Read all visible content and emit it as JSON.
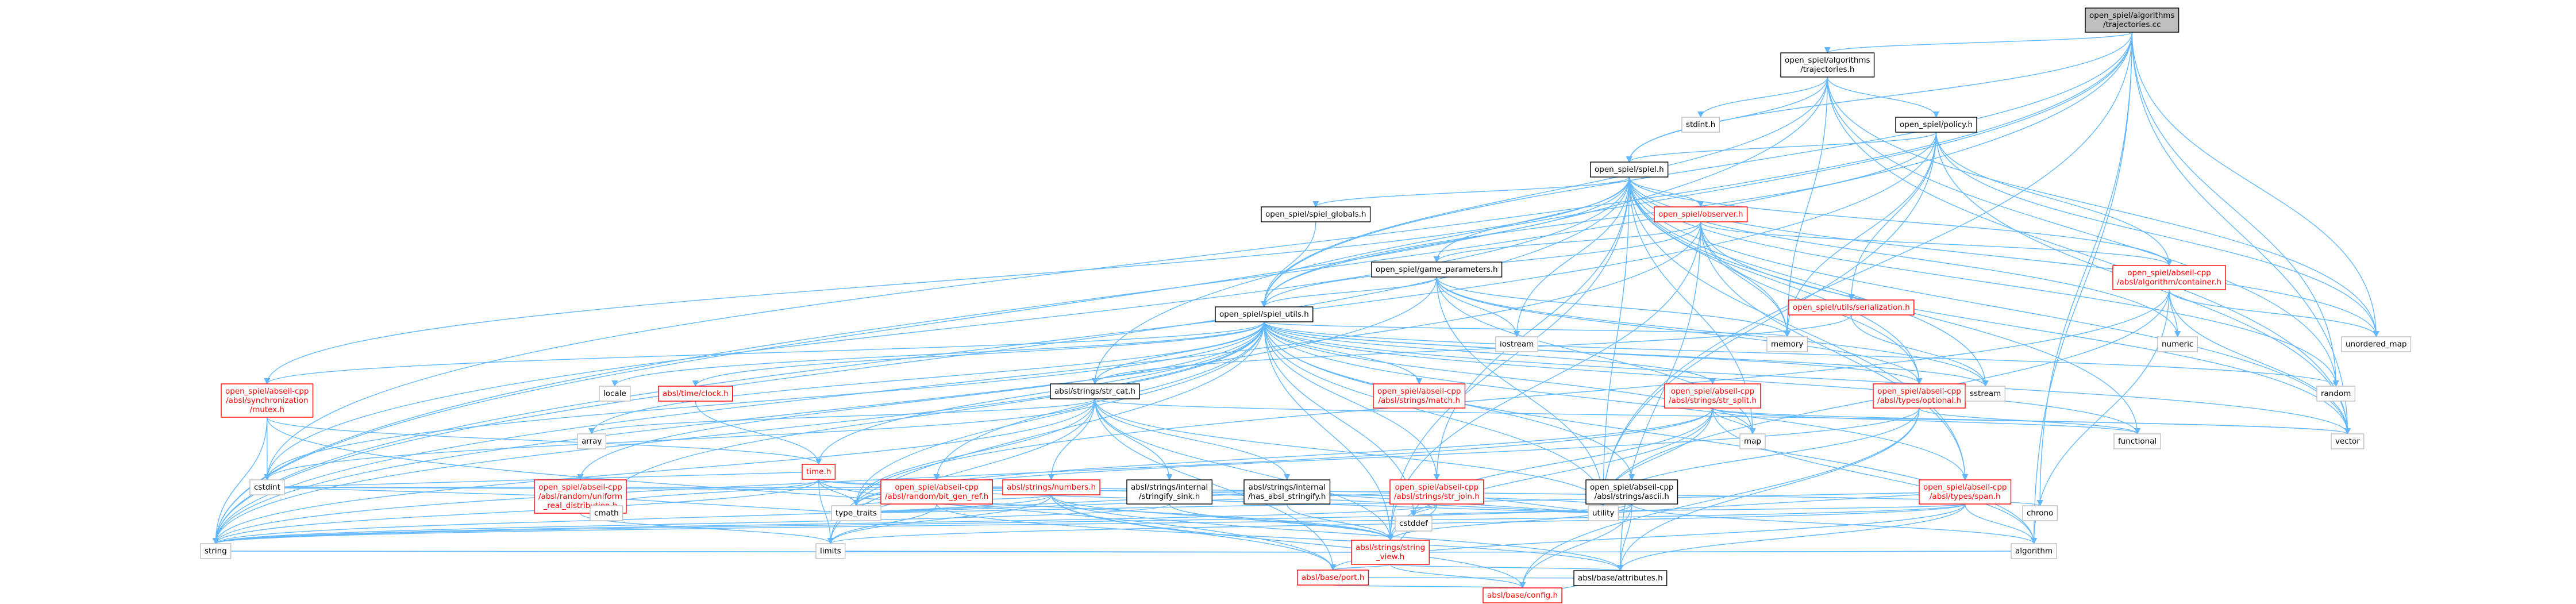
{
  "colors": {
    "edge": "#63b8ff",
    "root_fill": "#bfbfbf",
    "node_fill": "#ffffff",
    "border_black": "#000000",
    "border_gray": "#bfbfbf",
    "border_red": "#ff0000",
    "text_black": "#000000",
    "text_red": "#ff0000"
  },
  "nodes": [
    {
      "id": "root",
      "lines": [
        "open_spiel/algorithms",
        "/trajectories.cc"
      ],
      "style": "root"
    },
    {
      "id": "traj_h",
      "lines": [
        "open_spiel/algorithms",
        "/trajectories.h"
      ],
      "style": "black"
    },
    {
      "id": "stdint_h",
      "lines": [
        "stdint.h"
      ],
      "style": "gray"
    },
    {
      "id": "policy_h",
      "lines": [
        "open_spiel/policy.h"
      ],
      "style": "black"
    },
    {
      "id": "spiel_h",
      "lines": [
        "open_spiel/spiel.h"
      ],
      "style": "black"
    },
    {
      "id": "spiel_globals",
      "lines": [
        "open_spiel/spiel_globals.h"
      ],
      "style": "black"
    },
    {
      "id": "observer",
      "lines": [
        "open_spiel/observer.h"
      ],
      "style": "red"
    },
    {
      "id": "game_params",
      "lines": [
        "open_spiel/game_parameters.h"
      ],
      "style": "black"
    },
    {
      "id": "container",
      "lines": [
        "open_spiel/abseil-cpp",
        "/absl/algorithm/container.h"
      ],
      "style": "red"
    },
    {
      "id": "serialization",
      "lines": [
        "open_spiel/utils/serialization.h"
      ],
      "style": "red"
    },
    {
      "id": "spiel_utils",
      "lines": [
        "open_spiel/spiel_utils.h"
      ],
      "style": "black"
    },
    {
      "id": "sync_mutex",
      "lines": [
        "open_spiel/abseil-cpp",
        "/absl/synchronization",
        "/mutex.h"
      ],
      "style": "red"
    },
    {
      "id": "locale",
      "lines": [
        "locale"
      ],
      "style": "gray"
    },
    {
      "id": "clock",
      "lines": [
        "absl/time/clock.h"
      ],
      "style": "red"
    },
    {
      "id": "str_cat",
      "lines": [
        "absl/strings/str_cat.h"
      ],
      "style": "black"
    },
    {
      "id": "match",
      "lines": [
        "open_spiel/abseil-cpp",
        "/absl/strings/match.h"
      ],
      "style": "red"
    },
    {
      "id": "str_split",
      "lines": [
        "open_spiel/abseil-cpp",
        "/absl/strings/str_split.h"
      ],
      "style": "red"
    },
    {
      "id": "optional",
      "lines": [
        "open_spiel/abseil-cpp",
        "/absl/types/optional.h"
      ],
      "style": "red"
    },
    {
      "id": "uniform_real",
      "lines": [
        "open_spiel/abseil-cpp",
        "/absl/random/uniform",
        "_real_distribution.h"
      ],
      "style": "red"
    },
    {
      "id": "time_h",
      "lines": [
        "time.h"
      ],
      "style": "red"
    },
    {
      "id": "bit_gen_ref",
      "lines": [
        "open_spiel/abseil-cpp",
        "/absl/random/bit_gen_ref.h"
      ],
      "style": "red"
    },
    {
      "id": "numbers",
      "lines": [
        "absl/strings/numbers.h"
      ],
      "style": "red"
    },
    {
      "id": "stringify_sink",
      "lines": [
        "absl/strings/internal",
        "/stringify_sink.h"
      ],
      "style": "black"
    },
    {
      "id": "has_absl_stringify",
      "lines": [
        "absl/strings/internal",
        "/has_absl_stringify.h"
      ],
      "style": "black"
    },
    {
      "id": "str_join",
      "lines": [
        "open_spiel/abseil-cpp",
        "/absl/strings/str_join.h"
      ],
      "style": "red"
    },
    {
      "id": "ascii",
      "lines": [
        "open_spiel/abseil-cpp",
        "/absl/strings/ascii.h"
      ],
      "style": "black"
    },
    {
      "id": "span",
      "lines": [
        "open_spiel/abseil-cpp",
        "/absl/types/span.h"
      ],
      "style": "red"
    },
    {
      "id": "string_view",
      "lines": [
        "absl/strings/string",
        "_view.h"
      ],
      "style": "red"
    },
    {
      "id": "port",
      "lines": [
        "absl/base/port.h"
      ],
      "style": "red"
    },
    {
      "id": "attributes",
      "lines": [
        "absl/base/attributes.h"
      ],
      "style": "black"
    },
    {
      "id": "config",
      "lines": [
        "absl/base/config.h"
      ],
      "style": "red"
    },
    {
      "id": "iostream",
      "lines": [
        "iostream"
      ],
      "style": "gray"
    },
    {
      "id": "memory",
      "lines": [
        "memory"
      ],
      "style": "gray"
    },
    {
      "id": "numeric",
      "lines": [
        "numeric"
      ],
      "style": "gray"
    },
    {
      "id": "unordered_map",
      "lines": [
        "unordered_map"
      ],
      "style": "gray"
    },
    {
      "id": "sstream",
      "lines": [
        "sstream"
      ],
      "style": "gray"
    },
    {
      "id": "random",
      "lines": [
        "random"
      ],
      "style": "gray"
    },
    {
      "id": "functional",
      "lines": [
        "functional"
      ],
      "style": "gray"
    },
    {
      "id": "vector",
      "lines": [
        "vector"
      ],
      "style": "gray"
    },
    {
      "id": "map",
      "lines": [
        "map"
      ],
      "style": "gray"
    },
    {
      "id": "array",
      "lines": [
        "array"
      ],
      "style": "gray"
    },
    {
      "id": "cstdint",
      "lines": [
        "cstdint"
      ],
      "style": "gray"
    },
    {
      "id": "cmath",
      "lines": [
        "cmath"
      ],
      "style": "gray"
    },
    {
      "id": "string",
      "lines": [
        "string"
      ],
      "style": "gray"
    },
    {
      "id": "limits",
      "lines": [
        "limits"
      ],
      "style": "gray"
    },
    {
      "id": "type_traits",
      "lines": [
        "type_traits"
      ],
      "style": "gray"
    },
    {
      "id": "utility",
      "lines": [
        "utility"
      ],
      "style": "gray"
    },
    {
      "id": "chrono",
      "lines": [
        "chrono"
      ],
      "style": "gray"
    },
    {
      "id": "cstddef",
      "lines": [
        "cstddef"
      ],
      "style": "gray"
    },
    {
      "id": "algorithm",
      "lines": [
        "algorithm"
      ],
      "style": "gray"
    }
  ],
  "edges": [
    [
      "root",
      "traj_h"
    ],
    [
      "root",
      "spiel_h"
    ],
    [
      "root",
      "spiel_utils"
    ],
    [
      "root",
      "str_cat"
    ],
    [
      "root",
      "cstdint"
    ],
    [
      "root",
      "string"
    ],
    [
      "root",
      "random"
    ],
    [
      "root",
      "unordered_map"
    ],
    [
      "root",
      "vector"
    ],
    [
      "root",
      "algorithm"
    ],
    [
      "root",
      "chrono"
    ],
    [
      "root",
      "utility"
    ],
    [
      "traj_h",
      "stdint_h"
    ],
    [
      "traj_h",
      "policy_h"
    ],
    [
      "traj_h",
      "spiel_h"
    ],
    [
      "traj_h",
      "spiel_utils"
    ],
    [
      "traj_h",
      "memory"
    ],
    [
      "traj_h",
      "random"
    ],
    [
      "traj_h",
      "unordered_map"
    ],
    [
      "traj_h",
      "vector"
    ],
    [
      "traj_h",
      "string"
    ],
    [
      "policy_h",
      "spiel_h"
    ],
    [
      "policy_h",
      "spiel_utils"
    ],
    [
      "policy_h",
      "container"
    ],
    [
      "policy_h",
      "serialization"
    ],
    [
      "policy_h",
      "memory"
    ],
    [
      "policy_h",
      "unordered_map"
    ],
    [
      "policy_h",
      "vector"
    ],
    [
      "policy_h",
      "utility"
    ],
    [
      "policy_h",
      "string"
    ],
    [
      "spiel_h",
      "spiel_globals"
    ],
    [
      "spiel_h",
      "observer"
    ],
    [
      "spiel_h",
      "game_params"
    ],
    [
      "spiel_h",
      "spiel_utils"
    ],
    [
      "spiel_h",
      "sync_mutex"
    ],
    [
      "spiel_h",
      "optional"
    ],
    [
      "spiel_h",
      "span"
    ],
    [
      "spiel_h",
      "str_join"
    ],
    [
      "spiel_h",
      "iostream"
    ],
    [
      "spiel_h",
      "memory"
    ],
    [
      "spiel_h",
      "numeric"
    ],
    [
      "spiel_h",
      "unordered_map"
    ],
    [
      "spiel_h",
      "sstream"
    ],
    [
      "spiel_h",
      "random"
    ],
    [
      "spiel_h",
      "functional"
    ],
    [
      "spiel_h",
      "vector"
    ],
    [
      "spiel_h",
      "map"
    ],
    [
      "spiel_h",
      "string"
    ],
    [
      "spiel_h",
      "utility"
    ],
    [
      "spiel_h",
      "cstdint"
    ],
    [
      "spiel_h",
      "container"
    ],
    [
      "spiel_h",
      "string_view"
    ],
    [
      "spiel_globals",
      "spiel_utils"
    ],
    [
      "observer",
      "spiel_utils"
    ],
    [
      "observer",
      "game_params"
    ],
    [
      "observer",
      "container"
    ],
    [
      "observer",
      "optional"
    ],
    [
      "observer",
      "string_view"
    ],
    [
      "observer",
      "memory"
    ],
    [
      "observer",
      "vector"
    ],
    [
      "observer",
      "string"
    ],
    [
      "observer",
      "span"
    ],
    [
      "observer",
      "attributes"
    ],
    [
      "game_params",
      "spiel_utils"
    ],
    [
      "game_params",
      "iostream"
    ],
    [
      "game_params",
      "memory"
    ],
    [
      "game_params",
      "map"
    ],
    [
      "game_params",
      "string"
    ],
    [
      "game_params",
      "sstream"
    ],
    [
      "game_params",
      "utility"
    ],
    [
      "game_params",
      "optional"
    ],
    [
      "container",
      "unordered_map"
    ],
    [
      "container",
      "numeric"
    ],
    [
      "container",
      "vector"
    ],
    [
      "container",
      "algorithm"
    ],
    [
      "container",
      "type_traits"
    ],
    [
      "container",
      "utility"
    ],
    [
      "serialization",
      "str_cat"
    ],
    [
      "serialization",
      "sstream"
    ],
    [
      "spiel_utils",
      "sync_mutex"
    ],
    [
      "spiel_utils",
      "locale"
    ],
    [
      "spiel_utils",
      "clock"
    ],
    [
      "spiel_utils",
      "str_cat"
    ],
    [
      "spiel_utils",
      "match"
    ],
    [
      "spiel_utils",
      "str_split"
    ],
    [
      "spiel_utils",
      "optional"
    ],
    [
      "spiel_utils",
      "uniform_real"
    ],
    [
      "spiel_utils",
      "time_h"
    ],
    [
      "spiel_utils",
      "bit_gen_ref"
    ],
    [
      "spiel_utils",
      "str_join"
    ],
    [
      "spiel_utils",
      "ascii"
    ],
    [
      "spiel_utils",
      "span"
    ],
    [
      "spiel_utils",
      "random"
    ],
    [
      "spiel_utils",
      "vector"
    ],
    [
      "spiel_utils",
      "functional"
    ],
    [
      "spiel_utils",
      "array"
    ],
    [
      "spiel_utils",
      "cstdint"
    ],
    [
      "spiel_utils",
      "cmath"
    ],
    [
      "spiel_utils",
      "string"
    ],
    [
      "spiel_utils",
      "limits"
    ],
    [
      "spiel_utils",
      "type_traits"
    ],
    [
      "spiel_utils",
      "utility"
    ],
    [
      "spiel_utils",
      "algorithm"
    ],
    [
      "spiel_utils",
      "sstream"
    ],
    [
      "spiel_utils",
      "memory"
    ],
    [
      "spiel_utils",
      "map"
    ],
    [
      "spiel_utils",
      "cstddef"
    ],
    [
      "spiel_utils",
      "string_view"
    ],
    [
      "sync_mutex",
      "cstdint"
    ],
    [
      "sync_mutex",
      "string"
    ],
    [
      "sync_mutex",
      "time_h"
    ],
    [
      "sync_mutex",
      "port"
    ],
    [
      "clock",
      "time_h"
    ],
    [
      "str_cat",
      "array"
    ],
    [
      "str_cat",
      "cstdint"
    ],
    [
      "str_cat",
      "string"
    ],
    [
      "str_cat",
      "type_traits"
    ],
    [
      "str_cat",
      "utility"
    ],
    [
      "str_cat",
      "vector"
    ],
    [
      "str_cat",
      "numbers"
    ],
    [
      "str_cat",
      "stringify_sink"
    ],
    [
      "str_cat",
      "has_absl_stringify"
    ],
    [
      "str_cat",
      "string_view"
    ],
    [
      "str_cat",
      "port"
    ],
    [
      "str_cat",
      "limits"
    ],
    [
      "str_split",
      "map"
    ],
    [
      "str_split",
      "vector"
    ],
    [
      "str_split",
      "utility"
    ],
    [
      "str_split",
      "string"
    ],
    [
      "str_split",
      "type_traits"
    ],
    [
      "str_split",
      "algorithm"
    ],
    [
      "str_split",
      "string_view"
    ],
    [
      "str_split",
      "cstddef"
    ],
    [
      "str_split",
      "functional"
    ],
    [
      "optional",
      "functional"
    ],
    [
      "optional",
      "type_traits"
    ],
    [
      "optional",
      "utility"
    ],
    [
      "optional",
      "config"
    ],
    [
      "optional",
      "attributes"
    ],
    [
      "uniform_real",
      "cmath"
    ],
    [
      "uniform_real",
      "cstdint"
    ],
    [
      "uniform_real",
      "limits"
    ],
    [
      "uniform_real",
      "type_traits"
    ],
    [
      "time_h",
      "chrono"
    ],
    [
      "time_h",
      "cmath"
    ],
    [
      "time_h",
      "cstdint"
    ],
    [
      "time_h",
      "limits"
    ],
    [
      "time_h",
      "string"
    ],
    [
      "time_h",
      "type_traits"
    ],
    [
      "time_h",
      "utility"
    ],
    [
      "time_h",
      "string_view"
    ],
    [
      "bit_gen_ref",
      "limits"
    ],
    [
      "bit_gen_ref",
      "type_traits"
    ],
    [
      "bit_gen_ref",
      "utility"
    ],
    [
      "bit_gen_ref",
      "attributes"
    ],
    [
      "numbers",
      "limits"
    ],
    [
      "numbers",
      "string"
    ],
    [
      "numbers",
      "type_traits"
    ],
    [
      "numbers",
      "cstdint"
    ],
    [
      "numbers",
      "string_view"
    ],
    [
      "numbers",
      "port"
    ],
    [
      "numbers",
      "config"
    ],
    [
      "numbers",
      "attributes"
    ],
    [
      "stringify_sink",
      "string"
    ],
    [
      "stringify_sink",
      "string_view"
    ],
    [
      "stringify_sink",
      "utility"
    ],
    [
      "has_absl_stringify",
      "type_traits"
    ],
    [
      "has_absl_stringify",
      "utility"
    ],
    [
      "has_absl_stringify",
      "string_view"
    ],
    [
      "str_join",
      "string"
    ],
    [
      "str_join",
      "type_traits"
    ],
    [
      "str_join",
      "utility"
    ],
    [
      "str_join",
      "string_view"
    ],
    [
      "str_join",
      "cstdint"
    ],
    [
      "str_join",
      "cstddef"
    ],
    [
      "ascii",
      "algorithm"
    ],
    [
      "ascii",
      "string"
    ],
    [
      "ascii",
      "string_view"
    ],
    [
      "ascii",
      "attributes"
    ],
    [
      "ascii",
      "config"
    ],
    [
      "span",
      "algorithm"
    ],
    [
      "span",
      "cstddef"
    ],
    [
      "span",
      "string"
    ],
    [
      "span",
      "type_traits"
    ],
    [
      "span",
      "utility"
    ],
    [
      "span",
      "attributes"
    ],
    [
      "span",
      "port"
    ],
    [
      "span",
      "limits"
    ],
    [
      "string_view",
      "string"
    ],
    [
      "string_view",
      "limits"
    ],
    [
      "string_view",
      "algorithm"
    ],
    [
      "string_view",
      "cstddef"
    ],
    [
      "string_view",
      "port"
    ],
    [
      "string_view",
      "config"
    ],
    [
      "string_view",
      "attributes"
    ],
    [
      "port",
      "attributes"
    ],
    [
      "port",
      "config"
    ],
    [
      "attributes",
      "config"
    ]
  ]
}
